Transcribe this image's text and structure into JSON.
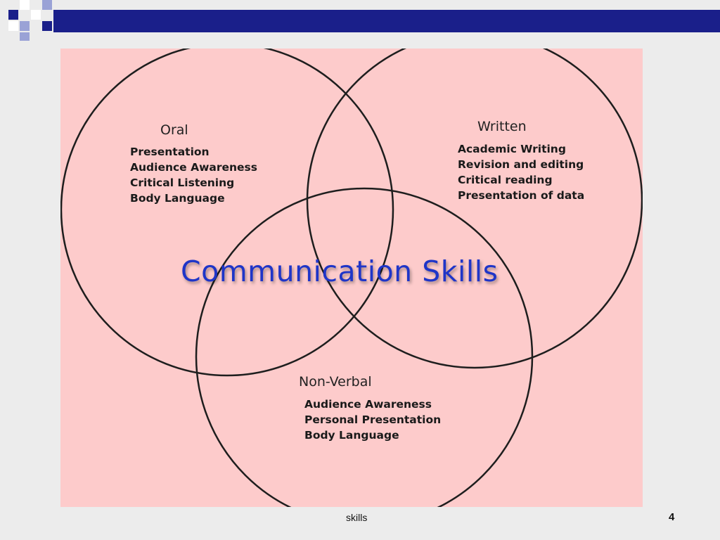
{
  "diagram": {
    "center_title": "Communication Skills",
    "groups": [
      {
        "title": "Oral",
        "items": [
          "Presentation",
          "Audience Awareness",
          "Critical Listening",
          "Body Language"
        ]
      },
      {
        "title": "Written",
        "items": [
          "Academic Writing",
          "Revision and editing",
          "Critical reading",
          "Presentation of data"
        ]
      },
      {
        "title": "Non-Verbal",
        "items": [
          "Audience Awareness",
          "Personal Presentation",
          "Body Language"
        ]
      }
    ]
  },
  "footer": {
    "text": "skills",
    "slide_number": "4"
  },
  "colors": {
    "panel": "#fdcbcb",
    "title": "#1f35c8",
    "accent": "#1a1f8a",
    "accent_light": "#9aa2d6"
  }
}
